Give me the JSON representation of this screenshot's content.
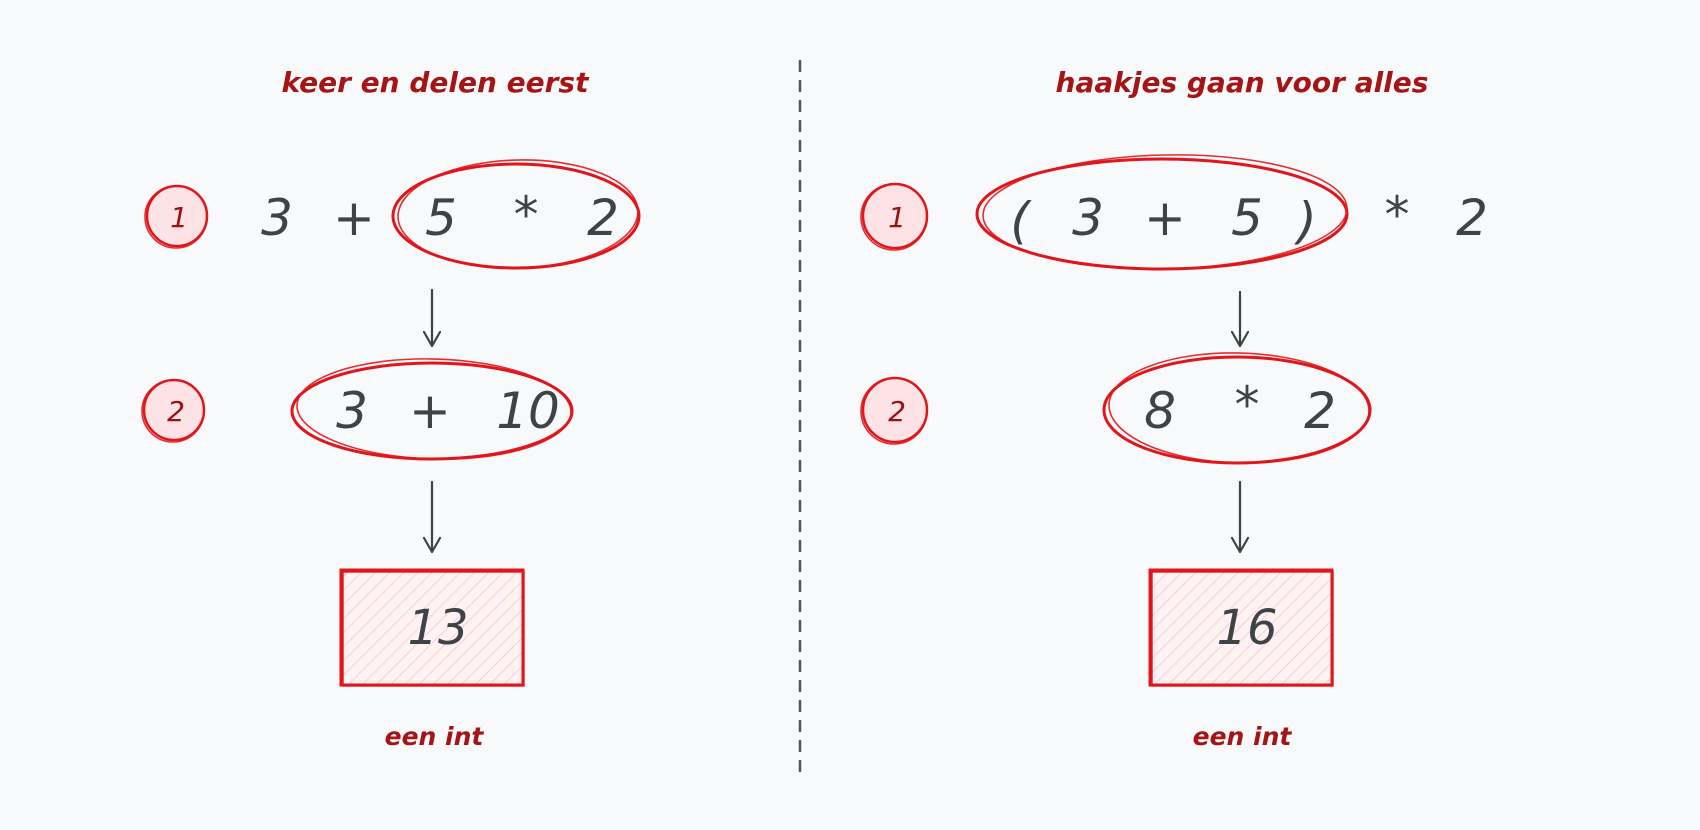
{
  "left": {
    "heading": "keer en delen eerst",
    "step1": {
      "badge": "1",
      "tokens": [
        "3",
        "+",
        "5",
        "*",
        "2"
      ]
    },
    "step2": {
      "badge": "2",
      "tokens": [
        "3",
        "+",
        "10"
      ]
    },
    "result": "13",
    "note": "een int"
  },
  "right": {
    "heading": "haakjes gaan voor alles",
    "step1": {
      "badge": "1",
      "tokens": [
        "(",
        "3",
        "+",
        "5",
        ")",
        "*",
        "2"
      ]
    },
    "step2": {
      "badge": "2",
      "tokens": [
        "8",
        "*",
        "2"
      ]
    },
    "result": "16",
    "note": "een int"
  },
  "colors": {
    "accent": "#e0161b",
    "label": "#a51515",
    "text": "#3f4247",
    "badge_fill": "#fde3e5"
  }
}
